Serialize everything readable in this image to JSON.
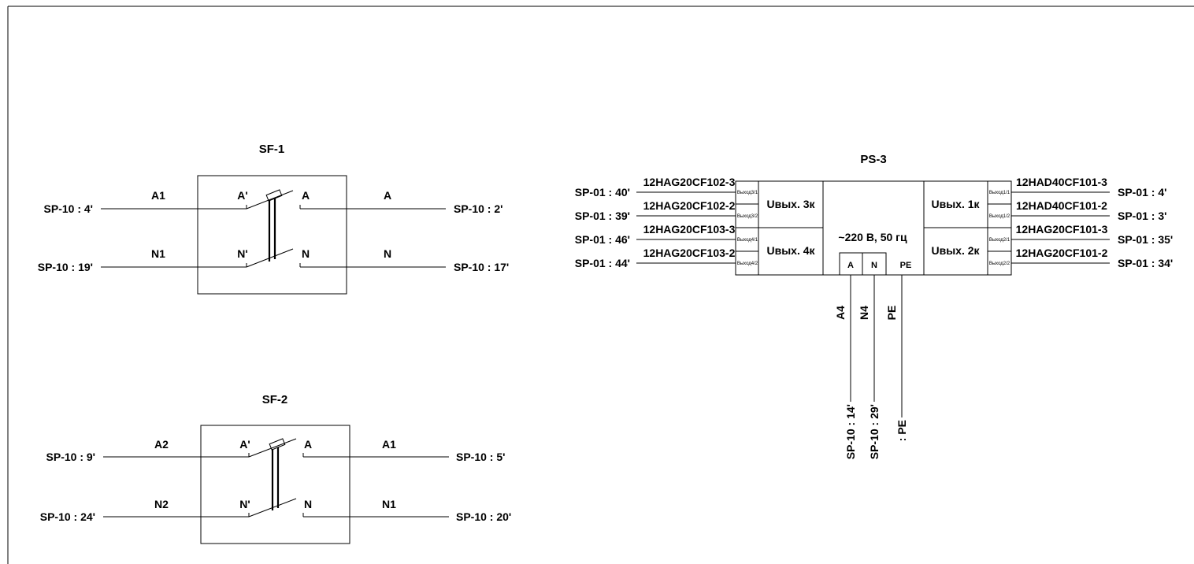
{
  "sf1": {
    "title": "SF-1",
    "left_top": "SP-10 : 4'",
    "left_bottom": "SP-10 : 19'",
    "wire_left_top": "A1",
    "wire_left_bottom": "N1",
    "pin_in_top": "A'",
    "pin_in_bottom": "N'",
    "pin_out_top": "A",
    "pin_out_bottom": "N",
    "wire_right_top": "A",
    "wire_right_bottom": "N",
    "right_top": "SP-10 : 2'",
    "right_bottom": "SP-10 : 17'"
  },
  "sf2": {
    "title": "SF-2",
    "left_top": "SP-10 : 9'",
    "left_bottom": "SP-10 : 24'",
    "wire_left_top": "A2",
    "wire_left_bottom": "N2",
    "pin_in_top": "A'",
    "pin_in_bottom": "N'",
    "pin_out_top": "A",
    "pin_out_bottom": "N",
    "wire_right_top": "A1",
    "wire_right_bottom": "N1",
    "right_top": "SP-10 : 5'",
    "right_bottom": "SP-10 : 20'"
  },
  "ps3": {
    "title": "PS-3",
    "left_terms": [
      "SP-01 : 40'",
      "SP-01 : 39'",
      "SP-01 : 46'",
      "SP-01 : 44'"
    ],
    "left_wires": [
      "12HAG20CF102-3",
      "12HAG20CF102-2",
      "12HAG20CF103-3",
      "12HAG20CF103-2"
    ],
    "left_pins": [
      "Выход3/1",
      "Выход3/2",
      "Выход4/1",
      "Выход4/2"
    ],
    "left_blocks": [
      "Uвых. 3к",
      "Uвых. 4к"
    ],
    "center_label": "~220 В, 50 гц",
    "inputs": [
      "A",
      "N",
      "PE"
    ],
    "right_blocks": [
      "Uвых. 1к",
      "Uвых. 2к"
    ],
    "right_pins": [
      "Выход1/1",
      "Выход1/2",
      "Выход2/1",
      "Выход2/2"
    ],
    "right_wires": [
      "12HAD40CF101-3",
      "12HAD40CF101-2",
      "12HAG20CF101-3",
      "12HAG20CF101-2"
    ],
    "right_terms": [
      "SP-01 : 4'",
      "SP-01 : 3'",
      "SP-01 : 35'",
      "SP-01 : 34'"
    ],
    "bottom_wires": [
      "A4",
      "N4",
      "PE"
    ],
    "bottom_terms": [
      "SP-10 : 14'",
      "SP-10 : 29'",
      ": PE"
    ]
  }
}
